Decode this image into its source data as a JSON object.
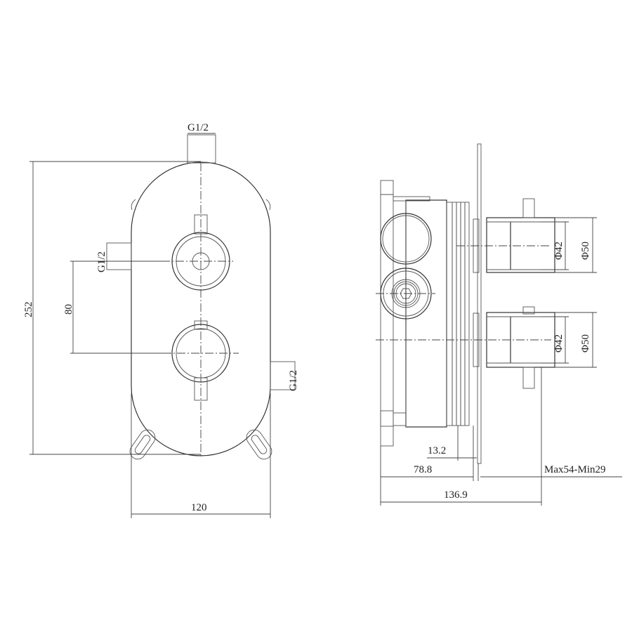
{
  "front_view": {
    "label_top_inlet": "G1/2",
    "label_left_inlet": "G1/2",
    "label_right_outlet": "G1/2",
    "dim_height": "252",
    "dim_handle_spacing": "80",
    "dim_width": "120"
  },
  "side_view": {
    "upper_diameter_inner": "Φ42",
    "upper_diameter_outer": "Φ50",
    "lower_diameter_inner": "Φ42",
    "lower_diameter_outer": "Φ50",
    "dim_thread": "13.2",
    "dim_body_depth": "78.8",
    "dim_adjust_range": "Max54-Min29",
    "dim_total_depth": "136.9"
  }
}
